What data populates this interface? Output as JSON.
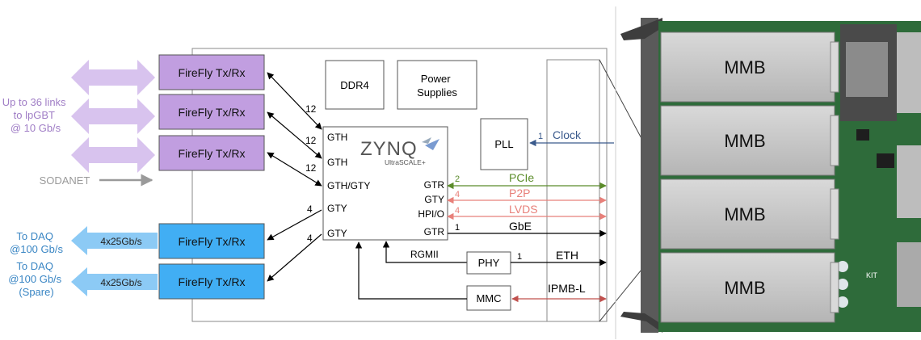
{
  "left_labels": {
    "lpgbt": [
      "Up to 36 links",
      "to lpGBT",
      "@ 10 Gb/s"
    ],
    "sodanet": "SODANET",
    "daq1": [
      "To DAQ",
      "@100 Gb/s"
    ],
    "daq2": [
      "To DAQ",
      "@100 Gb/s",
      "(Spare)"
    ]
  },
  "daq_arrow_label": "4x25Gb/s",
  "firefly_label": "FireFly Tx/Rx",
  "blocks": {
    "ddr4": "DDR4",
    "power": [
      "Power",
      "Supplies"
    ],
    "pll": "PLL",
    "phy": "PHY",
    "mmc": "MMC"
  },
  "zynq": {
    "logo": "ZYNQ",
    "sub": "UltraSCALE+",
    "ports_left": [
      "GTH",
      "GTH",
      "GTH/GTY",
      "GTY",
      "GTY"
    ],
    "ports_right": [
      "GTR",
      "GTY",
      "HPI/O",
      "GTR"
    ]
  },
  "link_counts": [
    "12",
    "12",
    "12",
    "4",
    "4"
  ],
  "right_counts": {
    "clock": "1",
    "pcie": "2",
    "p2p": "4",
    "lvds": "4",
    "gbe": "1",
    "eth": "1"
  },
  "signals": {
    "clock": "Clock",
    "pcie": "PCIe",
    "p2p": "P2P",
    "lvds": "LVDS",
    "gbe": "GbE",
    "rgmii": "RGMII",
    "eth": "ETH",
    "ipmb": "IPMB-L"
  },
  "board": {
    "mmb_label": "MMB",
    "vendor": "KIT"
  },
  "colors": {
    "firefly_purple": "#c19ee0",
    "firefly_blue": "#41aef4",
    "pcie_green": "#5b8c2a",
    "salmon": "#e8807a",
    "clock_blue": "#3a5a8c",
    "lpgbt_text": "#a07ec6",
    "daq_text": "#3a86c4",
    "ipmb_red": "#c0504d",
    "pcb_green": "#2e6b3a"
  }
}
